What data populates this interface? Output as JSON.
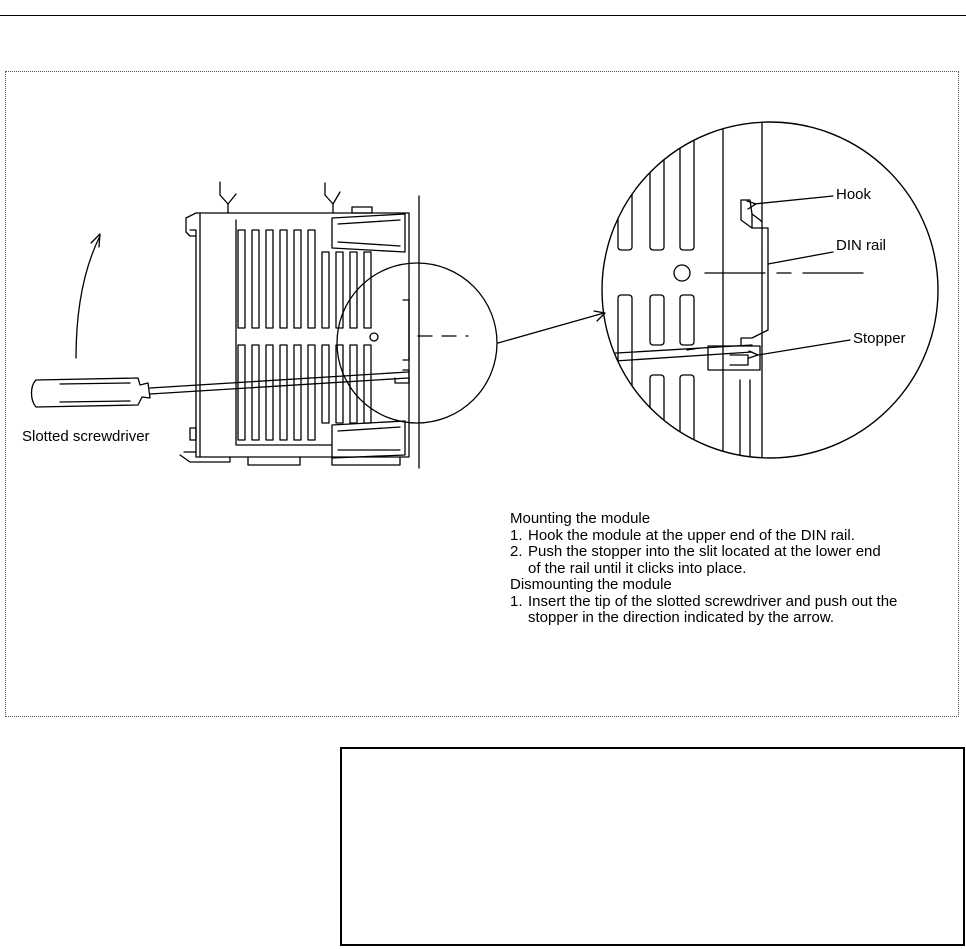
{
  "figure": {
    "labels": {
      "hook": "Hook",
      "din_rail": "DIN rail",
      "stopper": "Stopper",
      "screwdriver": "Slotted screwdriver"
    },
    "instructions": {
      "mounting_title": "Mounting the module",
      "mounting_steps": [
        {
          "num": "1.",
          "text": "Hook the module at the upper end of the DIN rail."
        },
        {
          "num": "2.",
          "text": "Push the stopper into the slit located at the lower end of the rail until it clicks into place."
        }
      ],
      "dismounting_title": "Dismounting the module",
      "dismounting_steps": [
        {
          "num": "1.",
          "text": "Insert the tip of the slotted screwdriver and push out the stopper in the direction indicated by the arrow."
        }
      ]
    }
  },
  "note_box": {}
}
